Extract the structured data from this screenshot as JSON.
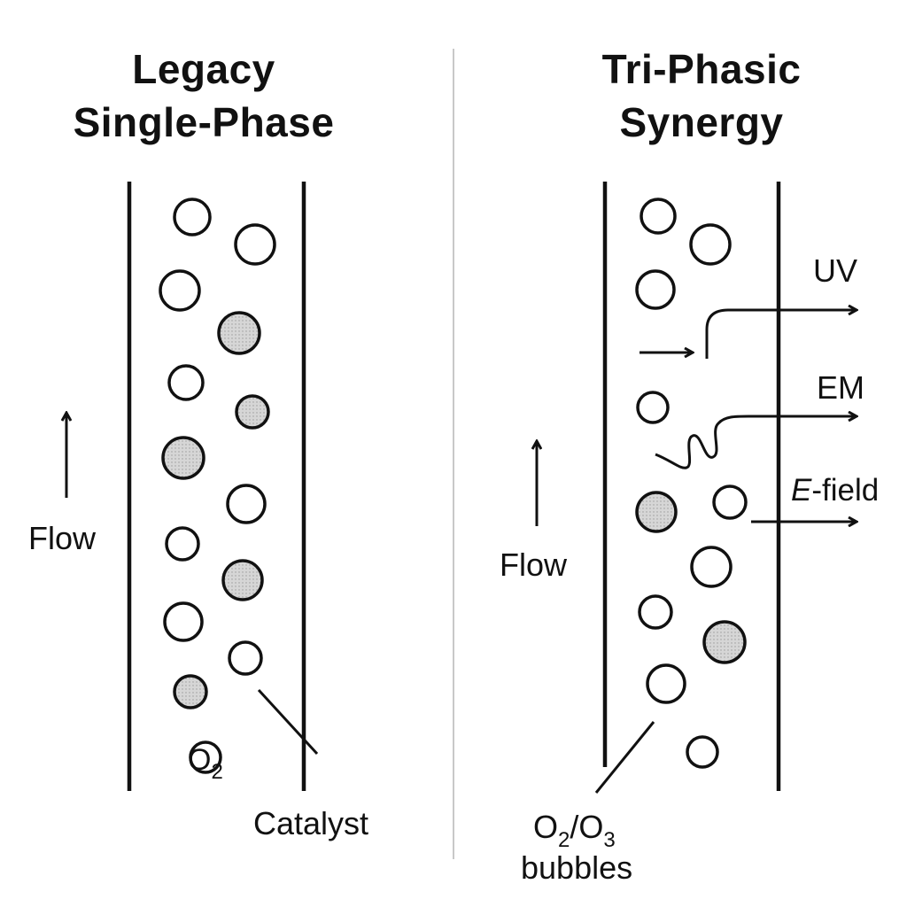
{
  "left_panel": {
    "title_line1": "Legacy",
    "title_line2": "Single-Phase",
    "flow_label": "Flow",
    "gas_label_main": "O",
    "gas_label_sub": "2",
    "catalyst_label": "Catalyst"
  },
  "right_panel": {
    "title_line1": "Tri-Phasic",
    "title_line2": "Synergy",
    "flow_label": "Flow",
    "uv_label": "UV",
    "em_label": "EM",
    "efield_italic": "E",
    "efield_rest": "-field",
    "bubbles_label_o": "O",
    "bubbles_label_sub1": "2",
    "bubbles_label_slash": "/O",
    "bubbles_label_sub2": "3",
    "bubbles_label_word": "bubbles"
  },
  "colors": {
    "ink": "#111111",
    "catalyst_fill": "#d6d6d6",
    "divider": "#c8c8c8"
  }
}
